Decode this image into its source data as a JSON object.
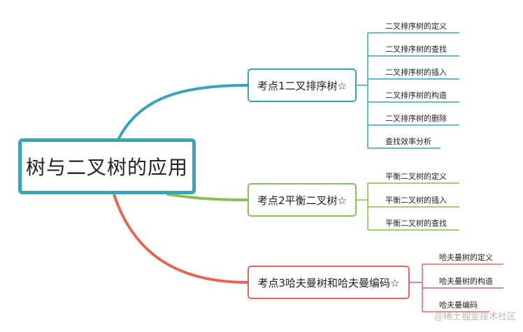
{
  "root": {
    "label": "树与二叉树的应用",
    "color": "#3aa3b7"
  },
  "topics": [
    {
      "label": "考点1二叉排序树☆",
      "color": "#3aa3b7",
      "leaves": [
        "二叉排序树的定义",
        "二叉排序树的查找",
        "二叉排序树的插入",
        "二叉排序树的构造",
        "二叉排序树的删除",
        "查找效率分析"
      ]
    },
    {
      "label": "考点2平衡二叉树☆",
      "color": "#86c152",
      "leaves": [
        "平衡二叉树的定义",
        "平衡二叉树的插入",
        "平衡二叉树的查找"
      ]
    },
    {
      "label": "考点3哈夫曼树和哈夫曼编码☆",
      "color": "#e1675a",
      "leaves": [
        "哈夫曼树的定义",
        "哈夫曼树的构造",
        "哈夫曼编码"
      ]
    }
  ],
  "watermark": "@稀土掘金技术社区"
}
